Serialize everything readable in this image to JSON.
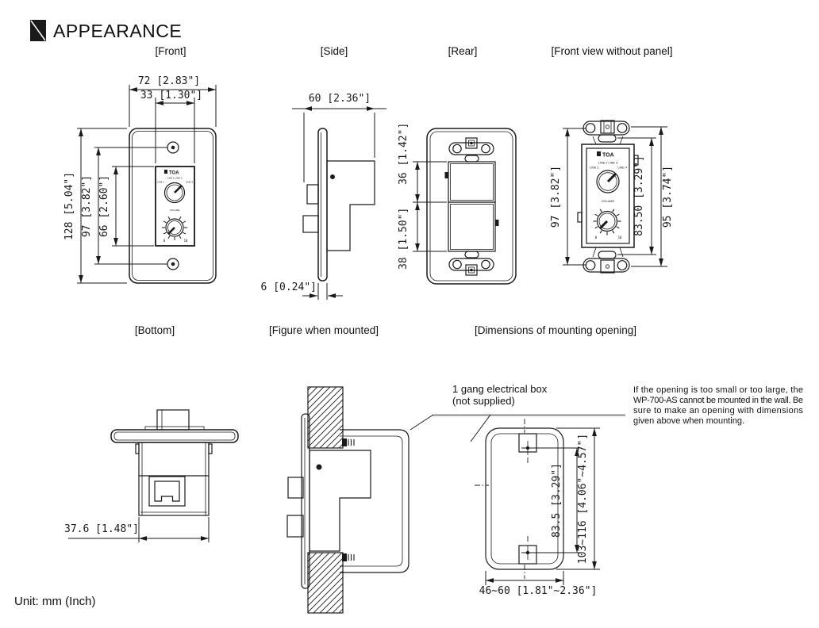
{
  "header": {
    "title": "APPEARANCE"
  },
  "footer": {
    "unit_note": "Unit: mm (Inch)"
  },
  "view_labels": {
    "front": "[Front]",
    "side": "[Side]",
    "rear": "[Rear]",
    "front_no_panel": "[Front view without panel]",
    "bottom": "[Bottom]",
    "mounted": "[Figure when mounted]",
    "opening": "[Dimensions of mounting opening]"
  },
  "dims": {
    "front": {
      "overall_width": "72 [2.83\"]",
      "panel_width": "33 [1.30\"]",
      "overall_height": "128 [5.04\"]",
      "screw_pitch": "97 [3.82\"]",
      "panel_height": "66 [2.60\"]"
    },
    "side": {
      "depth": "60 [2.36\"]",
      "plate_thickness": "6 [0.24\"]"
    },
    "rear": {
      "upper_box": "36 [1.42\"]",
      "lower_box": "38 [1.50\"]"
    },
    "front_no_panel": {
      "screw_pitch": "97 [3.82\"]",
      "slot_pitch": "83.50 [3.29\"]",
      "overall": "95 [3.74\"]"
    },
    "bottom": {
      "body_width": "37.6 [1.48\"]"
    },
    "opening": {
      "screw_pitch": "83.5 [3.29\"]",
      "height_range": "103~116 [4.06\"~4.57\"]",
      "width_range": "46~60 [1.81\"~2.36\"]"
    }
  },
  "panel": {
    "brand": "TOA",
    "line_top": "LINE 2   LINE 3",
    "line_left": "LINE 1",
    "line_right": "LINE 4",
    "volume": "VOLUME",
    "vol_min": "0",
    "vol_max": "10"
  },
  "callout": {
    "line1": "1 gang electrical box",
    "line2": "(not supplied)"
  },
  "note": {
    "line1": "If the opening is too small or too large, the",
    "line2": "WP-700-AS cannot be mounted in the wall. Be",
    "line3": "sure to make an opening with dimensions",
    "line4": "given above when mounting."
  },
  "colors": {
    "line": "#1a1a1a",
    "underline": "#8a8a8a",
    "background": "#ffffff"
  }
}
